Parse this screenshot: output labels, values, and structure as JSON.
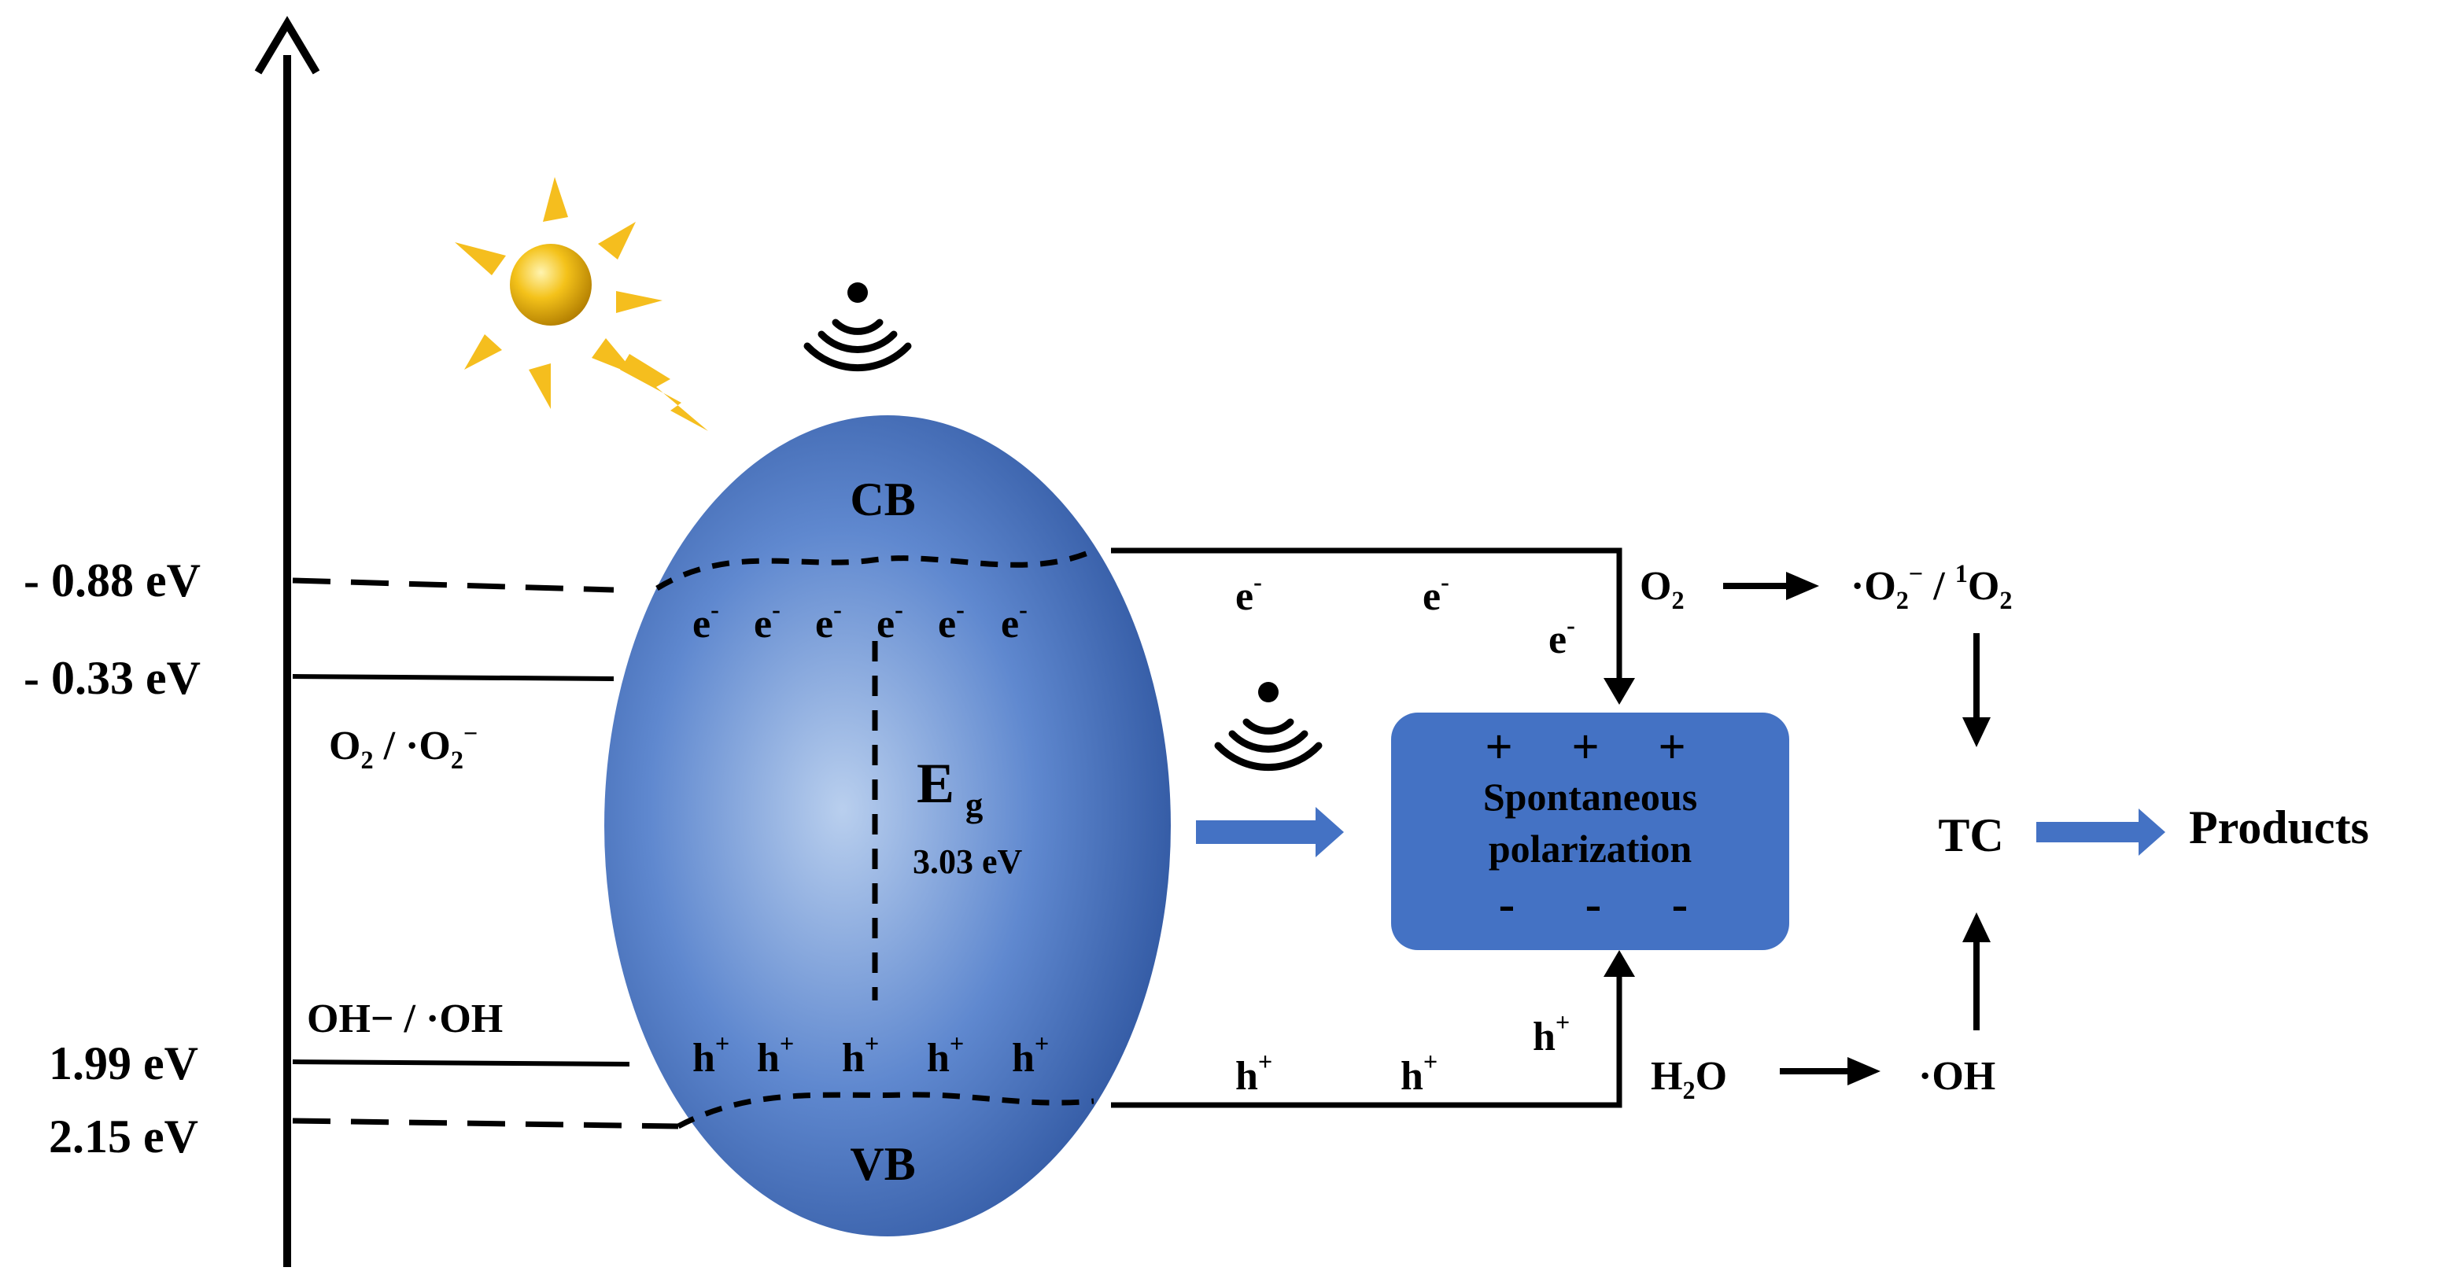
{
  "energy_levels": {
    "cb_edge": "- 0.88 eV",
    "o2_redox": "- 0.33 eV",
    "oh_redox": "1.99 eV",
    "vb_edge": "2.15 eV"
  },
  "redox_couples": {
    "o2_couple": {
      "a": "O",
      "a_sub": "2",
      "sep": " / ·O",
      "b_sub": "2",
      "b_sup": "−"
    },
    "oh_couple": "OH− / ·OH"
  },
  "bands": {
    "cb": "CB",
    "vb": "VB",
    "electron": "e",
    "electron_sup": "-",
    "hole": "h",
    "hole_sup": "+"
  },
  "gap": {
    "symbol": "E",
    "symbol_sub": "g",
    "value": "3.03 eV"
  },
  "polarization_box": {
    "line1": "Spontaneous",
    "line2": "polarization",
    "plus": "+",
    "minus": "-",
    "color": "#4472C4"
  },
  "species": {
    "o2": {
      "text": "O",
      "sub": "2"
    },
    "superoxide": {
      "pre": "·O",
      "sub1": "2",
      "sup1": "−",
      "mid": " / ",
      "sup2": "1",
      "post": "O",
      "sub2": "2"
    },
    "tc": "TC",
    "products": "Products",
    "h2o": {
      "pre": "H",
      "sub": "2",
      "post": "O"
    },
    "hydroxyl": "·OH"
  },
  "colors": {
    "particle_center": "#B9CFEE",
    "particle_edge": "#2F56A0",
    "arrow_blue": "#4472C4",
    "sun": "#F0B400",
    "sun_rays": "#F5BE1E"
  },
  "icons": [
    "sun-icon",
    "lightning-icon",
    "ultrasound-icon"
  ]
}
